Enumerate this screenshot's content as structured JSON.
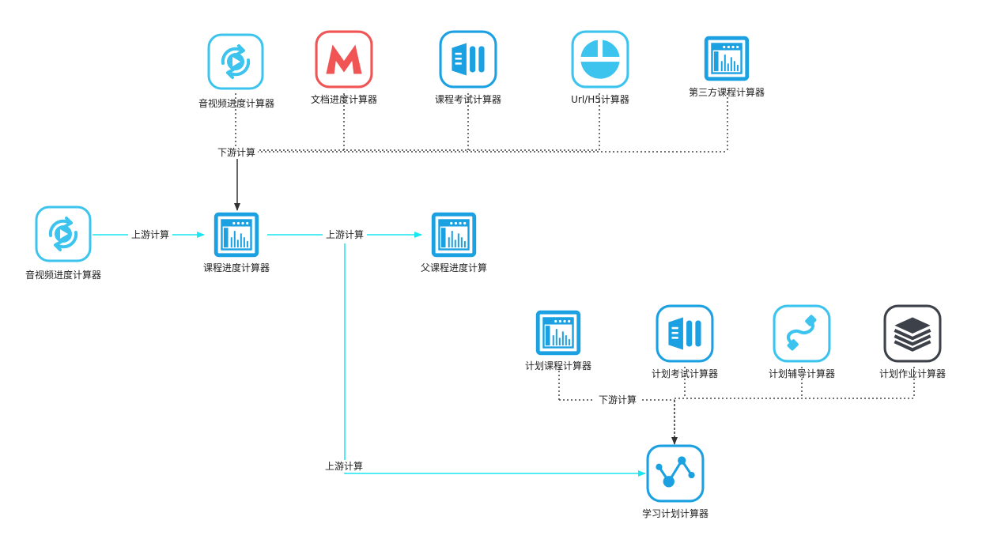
{
  "colors": {
    "cyan_edge": "#18e6f0",
    "dark_edge": "#333333",
    "dotted_edge": "#444444",
    "icon_blue": "#1ba1e2",
    "icon_light": "#3cc4ef",
    "icon_red": "#f05454",
    "icon_dark": "#3d4149"
  },
  "nodes": {
    "top_audio_video": {
      "label": "音视频进度计算器",
      "icon": "audio-video-icon"
    },
    "top_document": {
      "label": "文档进度计算器",
      "icon": "document-m-icon"
    },
    "top_course_exam": {
      "label": "课程考试计算器",
      "icon": "exam-icon"
    },
    "top_url_h5": {
      "label": "Url/H5计算器",
      "icon": "url-h5-icon"
    },
    "top_third_party": {
      "label": "第三方课程计算器",
      "icon": "calculator-icon"
    },
    "left_audio_video": {
      "label": "音视频进度计算器",
      "icon": "audio-video-icon"
    },
    "course_progress": {
      "label": "课程进度计算器",
      "icon": "calculator-icon"
    },
    "parent_course": {
      "label": "父课程进度计算",
      "icon": "calculator-icon"
    },
    "plan_course": {
      "label": "计划课程计算器",
      "icon": "calculator-icon"
    },
    "plan_exam": {
      "label": "计划考试计算器",
      "icon": "exam-icon"
    },
    "plan_tutoring": {
      "label": "计划辅导计算器",
      "icon": "tutoring-link-icon"
    },
    "plan_homework": {
      "label": "计划作业计算器",
      "icon": "homework-stack-icon"
    },
    "study_plan": {
      "label": "学习计划计算器",
      "icon": "study-plan-graph-icon"
    }
  },
  "edges": {
    "downstream_top": {
      "label": "下游计算",
      "style": "dotted-with-arrow"
    },
    "upstream_left": {
      "label": "上游计算",
      "style": "cyan-arrow"
    },
    "upstream_parent": {
      "label": "上游计算",
      "style": "cyan-arrow"
    },
    "upstream_study": {
      "label": "上游计算",
      "style": "cyan-arrow"
    },
    "downstream_plan": {
      "label": "下游计算",
      "style": "dotted-with-arrow"
    }
  }
}
